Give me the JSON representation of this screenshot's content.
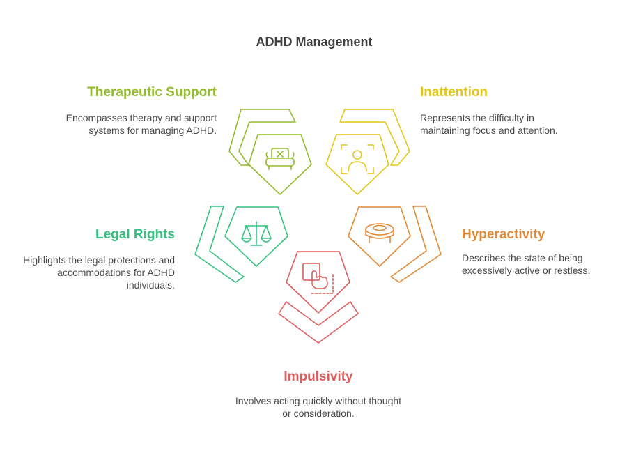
{
  "title": "ADHD Management",
  "colors": {
    "therapeutic": "#93bb2b",
    "inattention": "#e2c617",
    "legal": "#35c080",
    "hyperactivity": "#e28936",
    "impulsivity": "#df5d5d",
    "title": "#3f3f3f",
    "text": "#4a4a4a"
  },
  "items": {
    "therapeutic": {
      "title": "Therapeutic Support",
      "description": "Encompasses therapy and support systems for managing ADHD.",
      "icon": "armchair-icon"
    },
    "inattention": {
      "title": "Inattention",
      "description": "Represents the difficulty in maintaining focus and attention.",
      "icon": "person-focus-icon"
    },
    "legal": {
      "title": "Legal Rights",
      "description": "Highlights the legal protections and accommodations for ADHD individuals.",
      "icon": "scales-icon"
    },
    "hyperactivity": {
      "title": "Hyperactivity",
      "description": "Describes the state of being excessively active or restless.",
      "icon": "trampoline-icon"
    },
    "impulsivity": {
      "title": "Impulsivity",
      "description": "Involves acting quickly without thought or consideration.",
      "icon": "hand-press-icon"
    }
  }
}
